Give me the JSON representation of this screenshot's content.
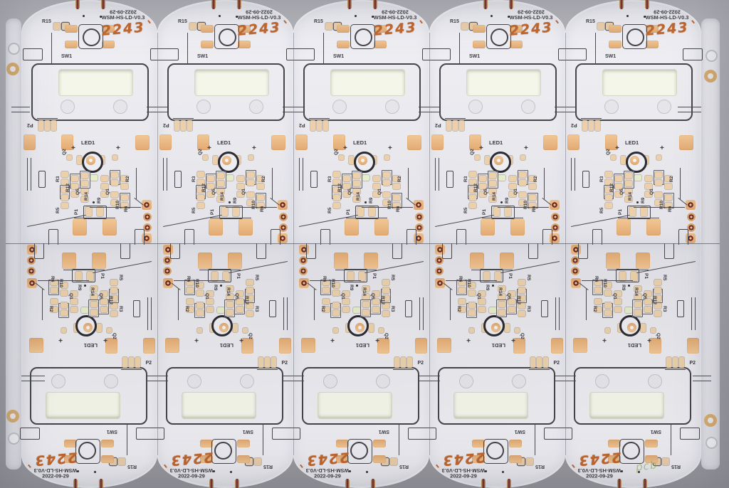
{
  "board": {
    "date": "2022-09-29",
    "model": "WSM-HS-LD-V0.3",
    "batch": "2243",
    "plus_mark": "+",
    "refs": {
      "r15": "R15",
      "sw1": "SW1",
      "led1": "LED1",
      "q2": "Q2",
      "r3": "R3",
      "r12": "R12",
      "q5": "Q5",
      "r14": "R14",
      "r5": "R5",
      "r2": "R2",
      "q1": "Q1",
      "r9": "R9",
      "r10": "R10",
      "r6": "R6",
      "p1": "P1",
      "p2": "P2"
    }
  },
  "watermark": "pcb",
  "layout": {
    "rows": 2,
    "cols": 5,
    "boards_total": 10
  },
  "colors": {
    "board": "#e9e9ee",
    "pad": "#e9b87f",
    "silkscreen": "#3b3b41",
    "window": "#f4f6ea",
    "castellation": "#7c2e24",
    "handwriting": "#c2672e",
    "background": "#a8a8ae",
    "rail": "#e4e4ea"
  }
}
